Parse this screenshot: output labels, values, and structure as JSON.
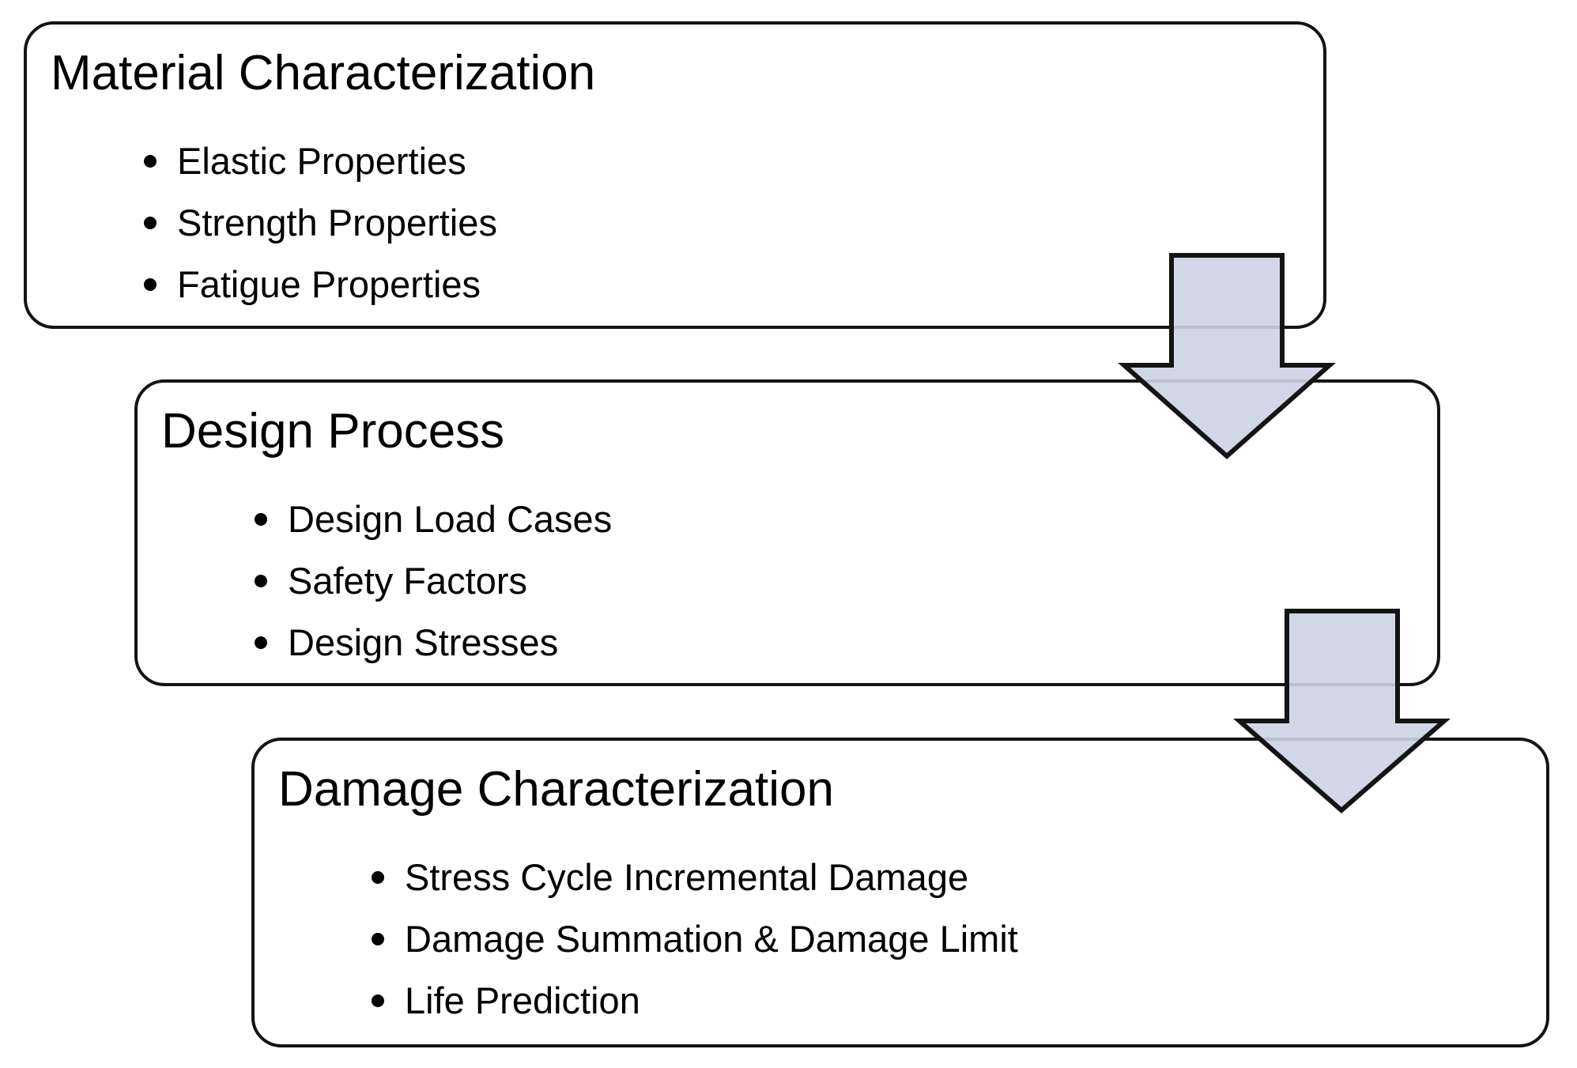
{
  "diagram": {
    "type": "flowchart",
    "boxes": [
      {
        "title": "Material Characterization",
        "bullets": [
          "Elastic Properties",
          "Strength Properties",
          "Fatigue Properties"
        ]
      },
      {
        "title": "Design Process",
        "bullets": [
          "Design Load Cases",
          "Safety Factors",
          "Design Stresses"
        ]
      },
      {
        "title": "Damage Characterization",
        "bullets": [
          "Stress Cycle Incremental Damage",
          "Damage Summation & Damage Limit",
          "Life Prediction"
        ]
      }
    ],
    "arrows": [
      {
        "name": "material-to-design",
        "direction": "down"
      },
      {
        "name": "design-to-damage",
        "direction": "down"
      }
    ],
    "colors": {
      "background": "#ffffff",
      "box_border": "#141414",
      "box_fill": "#ffffff",
      "arrow_fill": "#cdd3e6",
      "arrow_border": "#141414",
      "text": "#000000"
    }
  }
}
